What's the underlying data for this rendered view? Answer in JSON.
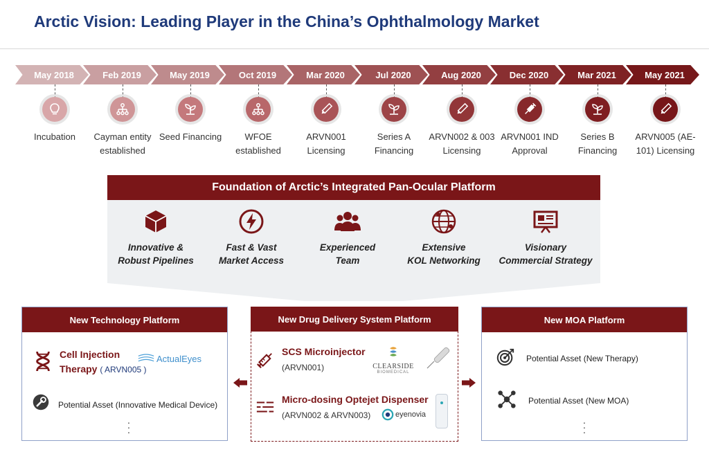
{
  "title": "Arctic Vision: Leading Player in the China’s Ophthalmology Market",
  "timeline": [
    {
      "date": "May 2018",
      "label": "Incubation",
      "icon": "lightbulb-icon",
      "color": "#d8a6a8",
      "chev": "#d3b3b4"
    },
    {
      "date": "Feb 2019",
      "label": "Cayman entity established",
      "icon": "org-chart-icon",
      "color": "#cf9597",
      "chev": "#c99fa1"
    },
    {
      "date": "May 2019",
      "label": "Seed Financing",
      "icon": "seedling-icon",
      "color": "#c4797c",
      "chev": "#be8b8d"
    },
    {
      "date": "Oct 2019",
      "label": "WFOE established",
      "icon": "org-chart-icon",
      "color": "#b8676a",
      "chev": "#b37679"
    },
    {
      "date": "Mar 2020",
      "label": "ARVN001 Licensing",
      "icon": "pencil-icon",
      "color": "#a95457",
      "chev": "#a96466"
    },
    {
      "date": "Jul 2020",
      "label": "Series A Financing",
      "icon": "seedling-icon",
      "color": "#9d4447",
      "chev": "#9e5153"
    },
    {
      "date": "Aug 2020",
      "label": "ARVN002 & 003 Licensing",
      "icon": "pencil-icon",
      "color": "#923638",
      "chev": "#933f41"
    },
    {
      "date": "Dec 2020",
      "label": "ARVN001 IND Approval",
      "icon": "syringe-icon",
      "color": "#87282b",
      "chev": "#892f31"
    },
    {
      "date": "Mar 2021",
      "label": "Series B Financing",
      "icon": "seedling-icon",
      "color": "#7f1e21",
      "chev": "#7f2224"
    },
    {
      "date": "May 2021",
      "label": "ARVN005 (AE-101)  Licensing",
      "icon": "pencil-icon",
      "color": "#771619",
      "chev": "#76181a"
    }
  ],
  "foundation": {
    "title": "Foundation of Arctic’s Integrated Pan-Ocular Platform",
    "pillars": [
      {
        "label": "Innovative &\nRobust Pipelines",
        "icon": "cube-icon"
      },
      {
        "label": "Fast & Vast\nMarket Access",
        "icon": "lightning-icon"
      },
      {
        "label": "Experienced\nTeam",
        "icon": "team-icon"
      },
      {
        "label": "Extensive\nKOL Networking",
        "icon": "network-globe-icon"
      },
      {
        "label": "Visionary\nCommercial Strategy",
        "icon": "presentation-icon"
      }
    ]
  },
  "platforms": {
    "technology": {
      "title": "New Technology Platform",
      "item1_title_line1": "Cell Injection",
      "item1_title_line2": "Therapy",
      "item1_code": "( ARVN005 )",
      "partner": "ActualEyes",
      "item2": "Potential Asset (Innovative Medical Device)"
    },
    "delivery": {
      "title": "New Drug Delivery System Platform",
      "item1_title": "SCS Microinjector",
      "item1_code": "(ARVN001)",
      "partner1_name": "CLEARSIDE",
      "partner1_sub": "BIOMEDICAL",
      "item2_title": "Micro-dosing Optejet Dispenser",
      "item2_code": "(ARVN002 & ARVN003)",
      "partner2_name": "eyenovia"
    },
    "moa": {
      "title": "New MOA Platform",
      "item1": "Potential Asset (New Therapy)",
      "item2": "Potential Asset (New MOA)"
    }
  }
}
